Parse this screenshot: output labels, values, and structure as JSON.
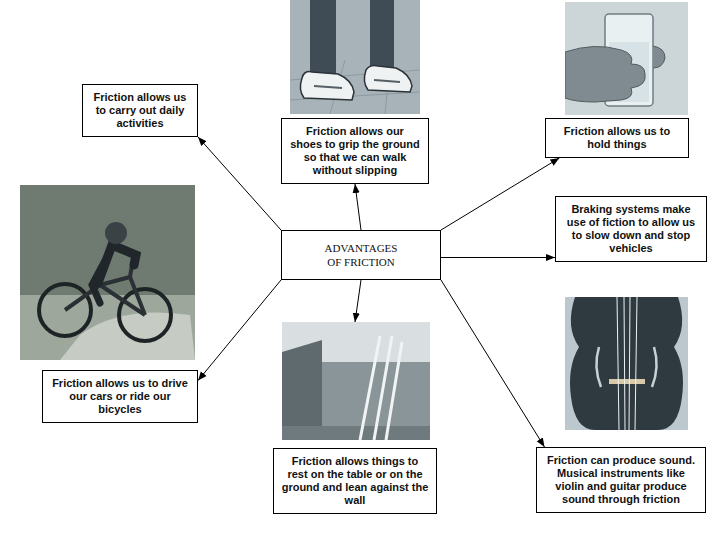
{
  "diagram": {
    "nodes": [
      {
        "text": [
          "Friction allows us to carry out daily activities"
        ]
      },
      {
        "text": [
          "Friction allows our shoes to grip the ground so that we can walk without slipping"
        ]
      },
      {
        "text": [
          "Friction allows us to hold things"
        ]
      },
      {
        "text": [
          "Braking systems make use of fiction to allow us to slow down and stop vehicles"
        ]
      },
      {
        "text": [
          "ADVANTAGES OF FRICTION"
        ]
      },
      {
        "text": [
          "Friction allows us to drive our cars or ride our bicycles"
        ]
      },
      {
        "text": [
          "Friction allows things to rest on the table or on the ground and lean against the wall"
        ]
      },
      {
        "text": [
          "Friction can produce sound. Musical instruments like violin and guitar produce sound through friction"
        ]
      }
    ],
    "edges": [
      {
        "from": 4,
        "to": 0,
        "arrow": "to"
      },
      {
        "from": 4,
        "to": 1,
        "arrow": "to"
      },
      {
        "from": 4,
        "to": 2,
        "arrow": "to"
      },
      {
        "from": 4,
        "to": 3,
        "arrow": "to"
      },
      {
        "from": 4,
        "to": 5,
        "arrow": "to"
      },
      {
        "from": 4,
        "to": 6,
        "arrow": "to"
      },
      {
        "from": 4,
        "to": 7,
        "arrow": "to"
      }
    ]
  }
}
